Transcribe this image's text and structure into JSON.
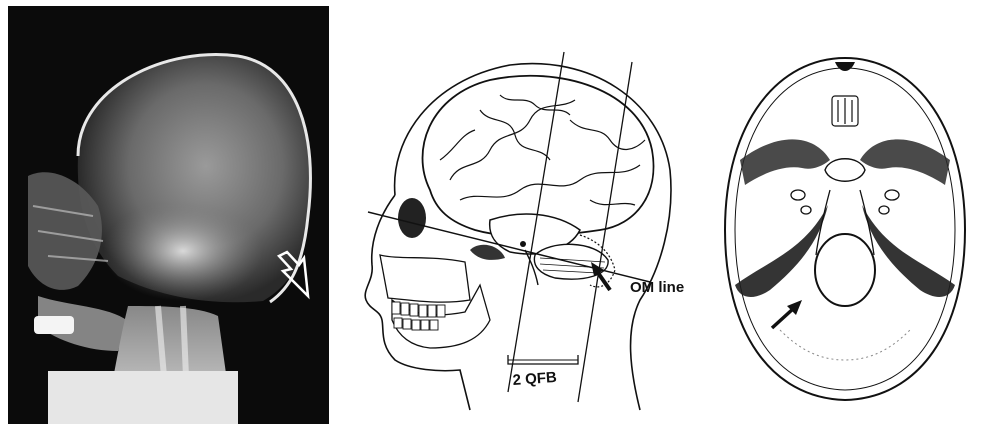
{
  "figure": {
    "panels": [
      {
        "id": "radiograph",
        "kind": "lateral skull radiograph",
        "marker": "white-outline-arrow"
      },
      {
        "id": "lateral-head-diagram",
        "kind": "lateral head and brain drawing",
        "marker": "black-arrow"
      },
      {
        "id": "skull-base-diagram",
        "kind": "axial skull base drawing",
        "marker": "black-arrow"
      }
    ],
    "labels": {
      "om_line": "OM line",
      "qfb": "2 QFB"
    },
    "colors": {
      "film_background": "#0b0b0b",
      "ink": "#111111",
      "paper": "#ffffff"
    }
  }
}
